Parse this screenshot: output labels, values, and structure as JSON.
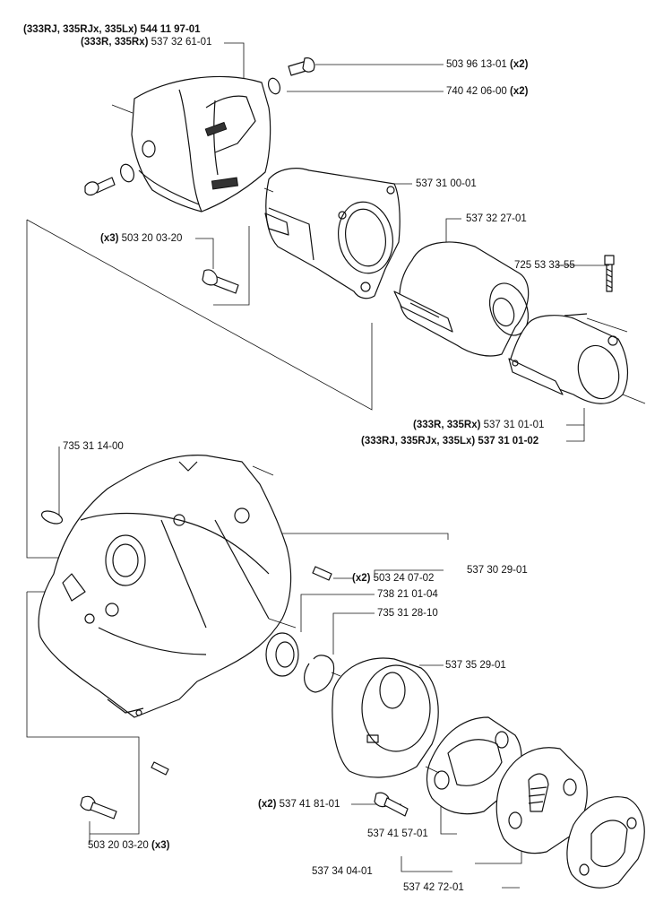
{
  "labels": {
    "cover_rj": {
      "qual": "(333RJ, 335RJx, 335Lx)",
      "num": "544 11 97-01"
    },
    "cover_r": {
      "qual": "(333R, 335Rx)",
      "num": "537 32 61-01"
    },
    "screw_top": {
      "num": "503 96 13-01",
      "qty": "(x2)"
    },
    "oring_top": {
      "num": "740 42 06-00",
      "qty": "(x2)"
    },
    "housing": {
      "num": "537 31 00-01"
    },
    "screw_left": {
      "qty": "(x3)",
      "num": "503 20 03-20"
    },
    "sleeve": {
      "num": "537 32 27-01"
    },
    "bolt": {
      "num": "725 53 33-55"
    },
    "clamp_r": {
      "qual": "(333R, 335Rx)",
      "num": "537 31 01-01"
    },
    "clamp_rj": {
      "qual": "(333RJ, 335RJx, 335Lx)",
      "num": "537 31 01-02"
    },
    "oring_left": {
      "num": "735 31 14-00"
    },
    "pin": {
      "qty": "(x2)",
      "num": "503 24 07-02"
    },
    "clutch_assy": {
      "num": "537 30 29-01"
    },
    "bearing": {
      "num": "738 21 01-04"
    },
    "circlip": {
      "num": "735 31 28-10"
    },
    "drum": {
      "num": "537 35 29-01"
    },
    "shoulder_screw": {
      "qty": "(x2)",
      "num": "537 41 81-01"
    },
    "plate": {
      "num": "537 41 57-01"
    },
    "clutch": {
      "num": "537 34 04-01"
    },
    "spring": {
      "num": "537 42 72-01"
    },
    "screw_bottom": {
      "num": "503 20 03-20",
      "qty": "(x3)"
    }
  }
}
